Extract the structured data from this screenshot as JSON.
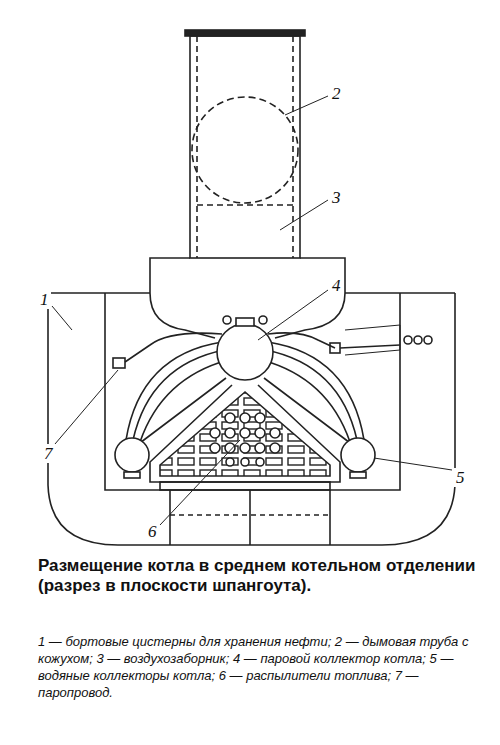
{
  "diagram": {
    "caption": "Размещение котла в среднем котельном отделении (разрез в плоскости шпангоута).",
    "labels": [
      "1",
      "2",
      "3",
      "4",
      "5",
      "6",
      "7",
      "1 — бортовые цистерны для хранения нефти;",
      "2 — дымовая труба с кожухом;",
      "3 — воздухозаборник;",
      "4 — паровой коллектор котла;",
      "5 — водяные коллекторы котла;",
      "6 — распылители топлива;",
      "7 — паропровод."
    ]
  }
}
